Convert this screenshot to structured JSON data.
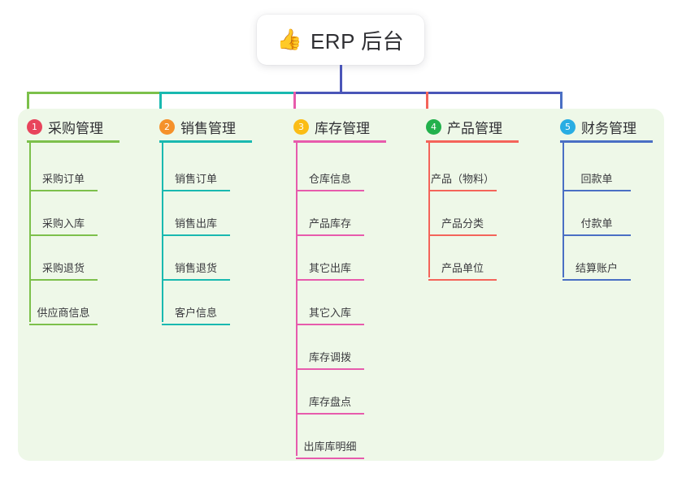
{
  "root": {
    "icon": "thumbs-up-icon",
    "emoji": "👍",
    "title": "ERP 后台"
  },
  "theme": {
    "panel_bg": "#eef8e8",
    "page_bg": "#ffffff",
    "text": "#2f2f33",
    "stem": "#4a55b8"
  },
  "columns": [
    {
      "number": "1",
      "title": "采购管理",
      "badge_color": "#e8445c",
      "line_color": "#7cc04b",
      "items": [
        {
          "label": "采购订单"
        },
        {
          "label": "采购入库"
        },
        {
          "label": "采购退货"
        },
        {
          "label": "供应商信息"
        }
      ]
    },
    {
      "number": "2",
      "title": "销售管理",
      "badge_color": "#f5912a",
      "line_color": "#19b9b0",
      "items": [
        {
          "label": "销售订单"
        },
        {
          "label": "销售出库"
        },
        {
          "label": "销售退货"
        },
        {
          "label": "客户信息"
        }
      ]
    },
    {
      "number": "3",
      "title": "库存管理",
      "badge_color": "#fbbd16",
      "line_color": "#e75bac",
      "items": [
        {
          "label": "仓库信息"
        },
        {
          "label": "产品库存"
        },
        {
          "label": "其它出库"
        },
        {
          "label": "其它入库"
        },
        {
          "label": "库存调拨"
        },
        {
          "label": "库存盘点"
        },
        {
          "label": "出库库明细"
        }
      ]
    },
    {
      "number": "4",
      "title": "产品管理",
      "badge_color": "#22b14c",
      "line_color": "#f4645a",
      "items": [
        {
          "label": "产品（物料）"
        },
        {
          "label": "产品分类"
        },
        {
          "label": "产品单位"
        }
      ]
    },
    {
      "number": "5",
      "title": "财务管理",
      "badge_color": "#29ade3",
      "line_color": "#4a6fc4",
      "items": [
        {
          "label": "回款单"
        },
        {
          "label": "付款单"
        },
        {
          "label": "结算账户"
        }
      ]
    }
  ],
  "connectors": {
    "stem_color": "#4a55b8",
    "bus_segments": [
      {
        "color": "#7cc04b"
      },
      {
        "color": "#19b9b0"
      },
      {
        "color": "#4a55b8"
      }
    ],
    "drops": [
      {
        "color": "#7cc04b"
      },
      {
        "color": "#19b9b0"
      },
      {
        "color": "#e75bac"
      },
      {
        "color": "#f4645a"
      },
      {
        "color": "#4a6fc4"
      }
    ]
  }
}
